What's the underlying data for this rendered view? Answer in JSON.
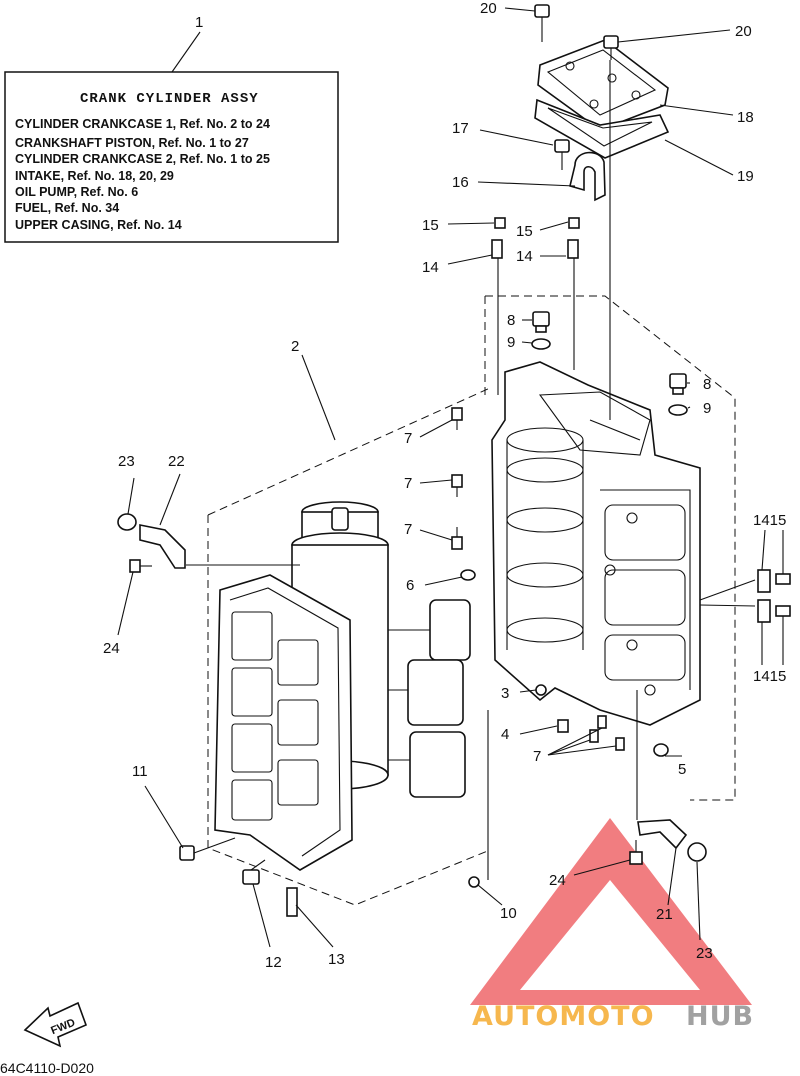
{
  "legend": {
    "number": "1",
    "title": "CRANK CYLINDER ASSY",
    "lines": [
      "CYLINDER CRANKCASE 1,  Ref. No. 2 to 24",
      "CRANKSHAFT PISTON,  Ref. No. 1 to 27",
      "CYLINDER CRANKCASE 2,  Ref. No. 1 to 25",
      "INTAKE,   Ref. No. 18, 20, 29",
      "OIL PUMP,   Ref. No. 6",
      "FUEL,   Ref. No. 34",
      "UPPER CASING,   Ref. No. 14"
    ]
  },
  "callouts": {
    "c20a": "20",
    "c20b": "20",
    "c18": "18",
    "c17": "17",
    "c19": "19",
    "c16": "16",
    "c15a": "15",
    "c15b": "15",
    "c14a": "14",
    "c14b": "14",
    "c8a": "8",
    "c9a": "9",
    "c8b": "8",
    "c9b": "9",
    "c2": "2",
    "c7a": "7",
    "c7b": "7",
    "c7c": "7",
    "c7d": "7",
    "c23a": "23",
    "c22": "22",
    "c24a": "24",
    "c6": "6",
    "c1415a": "1415",
    "c1415b": "1415",
    "c3": "3",
    "c4": "4",
    "c5": "5",
    "c11": "11",
    "c24b": "24",
    "c21": "21",
    "c23b": "23",
    "c10": "10",
    "c12": "12",
    "c13": "13"
  },
  "fwd_label": "FWD",
  "diagram_code": "64C4110-D020",
  "watermark": {
    "part1": "AUTOMOTO",
    "part2": "HUB",
    "color1": "#f5a623",
    "color2": "#8a8a8a",
    "logo_color": "#e8262b"
  }
}
